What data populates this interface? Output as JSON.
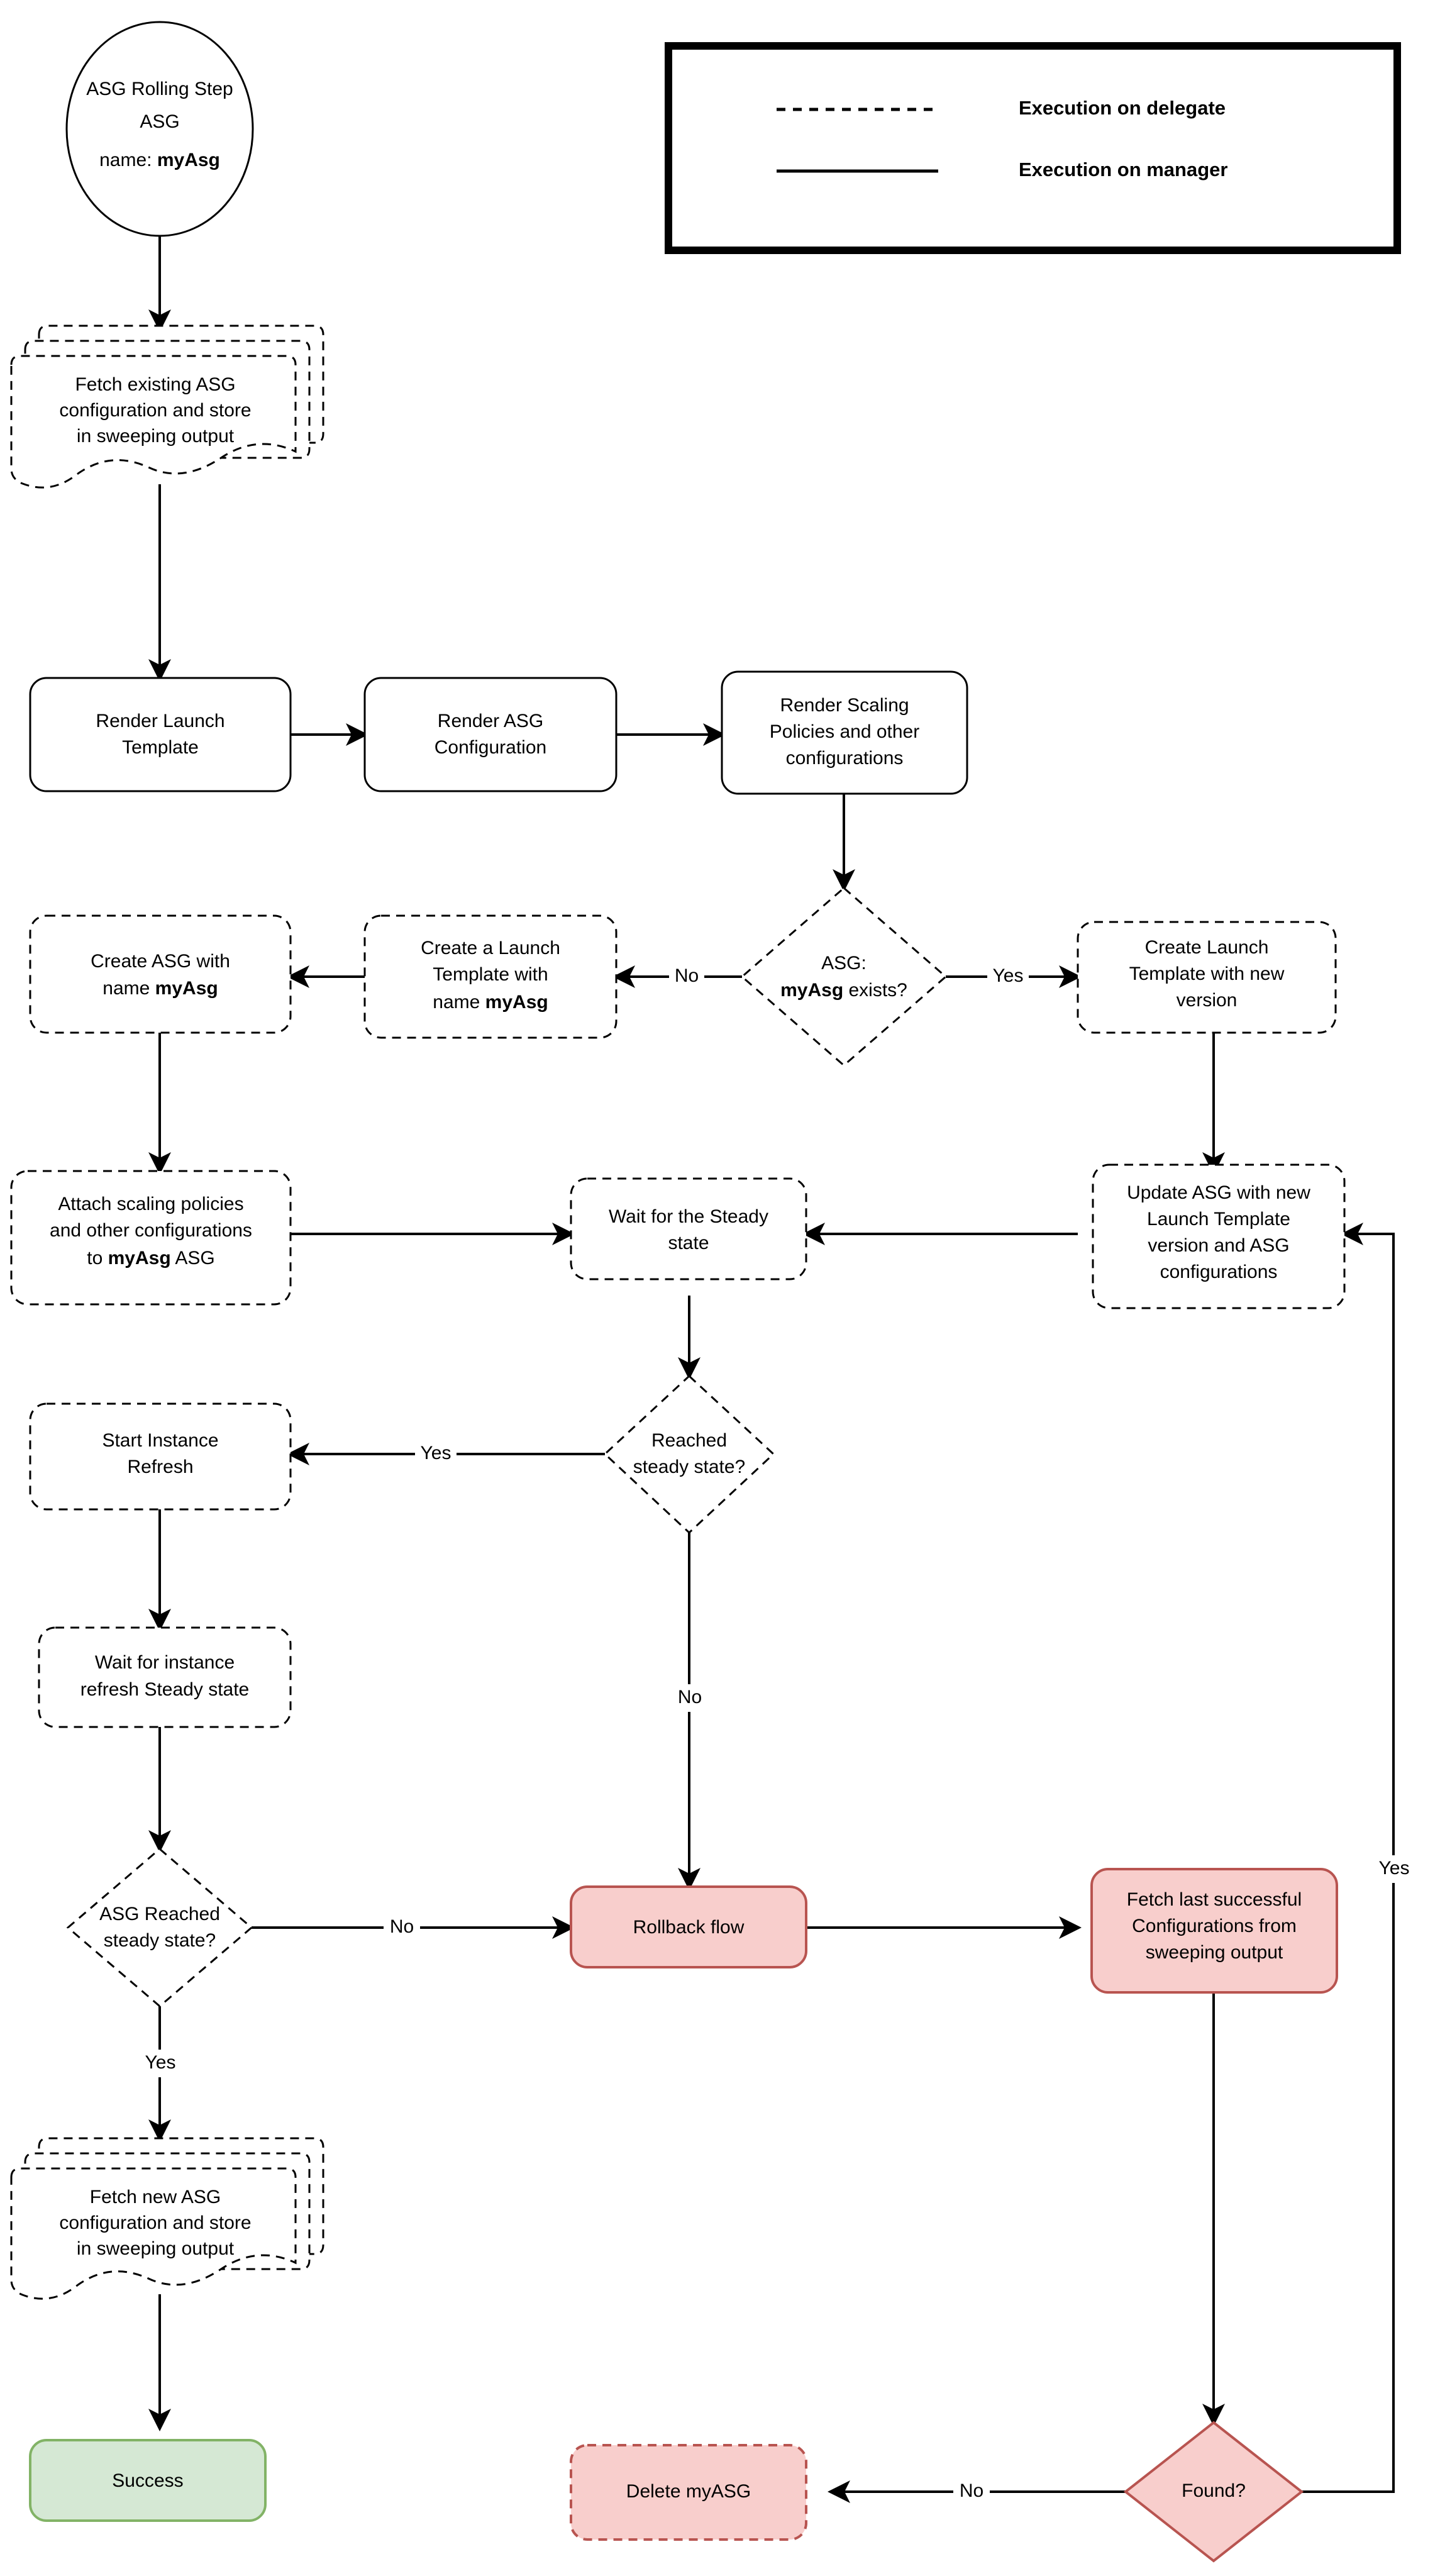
{
  "diagram": {
    "title": "ASG Rolling Step flow",
    "colors": {
      "red_fill": "#f8cecc",
      "red_stroke": "#b85450",
      "green_fill": "#d5e8d4",
      "green_stroke": "#82b366",
      "default_stroke": "#000000",
      "default_fill": "#ffffff"
    }
  },
  "legend": {
    "items": [
      {
        "style": "dashed",
        "label": "Execution on delegate"
      },
      {
        "style": "solid",
        "label": "Execution on manager"
      }
    ]
  },
  "nodes": {
    "start": {
      "line1": "ASG Rolling Step",
      "line2": "ASG",
      "line3_prefix": "name: ",
      "line3_bold": "myAsg"
    },
    "fetch_existing": {
      "line1": "Fetch existing ASG",
      "line2": "configuration and store",
      "line3": "in sweeping output"
    },
    "render_launch_template": {
      "line1": "Render Launch",
      "line2": "Template"
    },
    "render_asg_config": {
      "line1": "Render ASG",
      "line2": "Configuration"
    },
    "render_scaling": {
      "line1": "Render Scaling",
      "line2": "Policies and other",
      "line3": "configurations"
    },
    "asg_exists": {
      "line1": "ASG:",
      "line2_bold": "myAsg",
      "line2_rest": " exists?"
    },
    "create_launch_template_name": {
      "line1": "Create a Launch",
      "line2": "Template with",
      "line3_prefix": "name ",
      "line3_bold": "myAsg"
    },
    "create_asg": {
      "line1": "Create ASG with",
      "line2_prefix": "name ",
      "line2_bold": "myAsg"
    },
    "create_launch_template_version": {
      "line1": "Create Launch",
      "line2": "Template with new",
      "line3": "version"
    },
    "attach_policies": {
      "line1": "Attach scaling policies",
      "line2": "and other configurations",
      "line3_prefix": "to ",
      "line3_bold": "myAsg",
      "line3_suffix": " ASG"
    },
    "wait_steady": {
      "line1": "Wait for the Steady",
      "line2": "state"
    },
    "update_asg": {
      "line1": "Update ASG with new",
      "line2": "Launch Template",
      "line3": "version and ASG",
      "line4": "configurations"
    },
    "reached_steady": {
      "line1": "Reached",
      "line2": "steady state?"
    },
    "start_instance_refresh": {
      "line1": "Start Instance",
      "line2": "Refresh"
    },
    "wait_instance_refresh": {
      "line1": "Wait for instance",
      "line2": "refresh Steady state"
    },
    "asg_reached_steady": {
      "line1": "ASG Reached",
      "line2": "steady state?"
    },
    "rollback_flow": {
      "line1": "Rollback flow"
    },
    "fetch_last_successful": {
      "line1": "Fetch last successful",
      "line2": "Configurations from",
      "line3": "sweeping output"
    },
    "fetch_new_asg": {
      "line1": "Fetch new ASG",
      "line2": "configuration and store",
      "line3": "in sweeping output"
    },
    "success": {
      "line1": "Success"
    },
    "delete_myasg": {
      "line1": "Delete myASG"
    },
    "found": {
      "line1": "Found?"
    }
  },
  "edge_labels": {
    "asg_exists_no": "No",
    "asg_exists_yes": "Yes",
    "reached_steady_yes": "Yes",
    "reached_steady_no": "No",
    "asg_reached_no": "No",
    "asg_reached_yes": "Yes",
    "found_no": "No",
    "found_yes": "Yes"
  }
}
